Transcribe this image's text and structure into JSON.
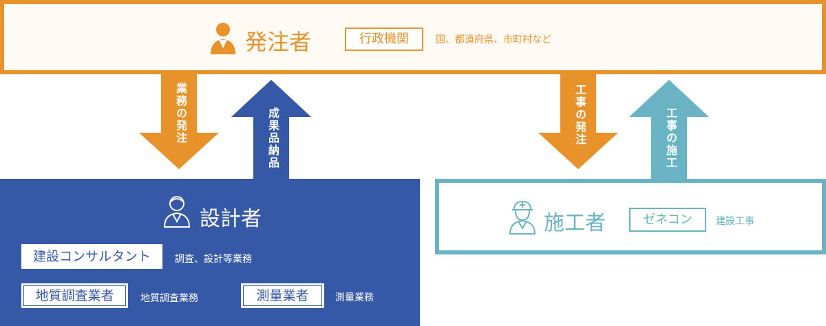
{
  "client": {
    "title": "発注者",
    "tag": "行政機関",
    "description": "国、都道府県、市町村など",
    "color": "#e8922b"
  },
  "arrows": {
    "order_work": "業務の発注",
    "deliver_results": "成果品納品",
    "order_construction": "工事の発注",
    "construct": "工事の施工"
  },
  "designer": {
    "title": "設計者",
    "consultant": {
      "tag": "建設コンサルタント",
      "description": "調査、設計等業務"
    },
    "survey": {
      "tag": "地質調査業者",
      "description": "地質調査業務"
    },
    "measure": {
      "tag": "測量業者",
      "description": "測量業務"
    },
    "color": "#3559a6"
  },
  "contractor": {
    "title": "施工者",
    "tag": "ゼネコン",
    "description": "建設工事",
    "color": "#6ab3c4"
  },
  "icons": {
    "client": "person-icon",
    "designer": "person-icon",
    "contractor": "hardhat-worker-icon"
  }
}
